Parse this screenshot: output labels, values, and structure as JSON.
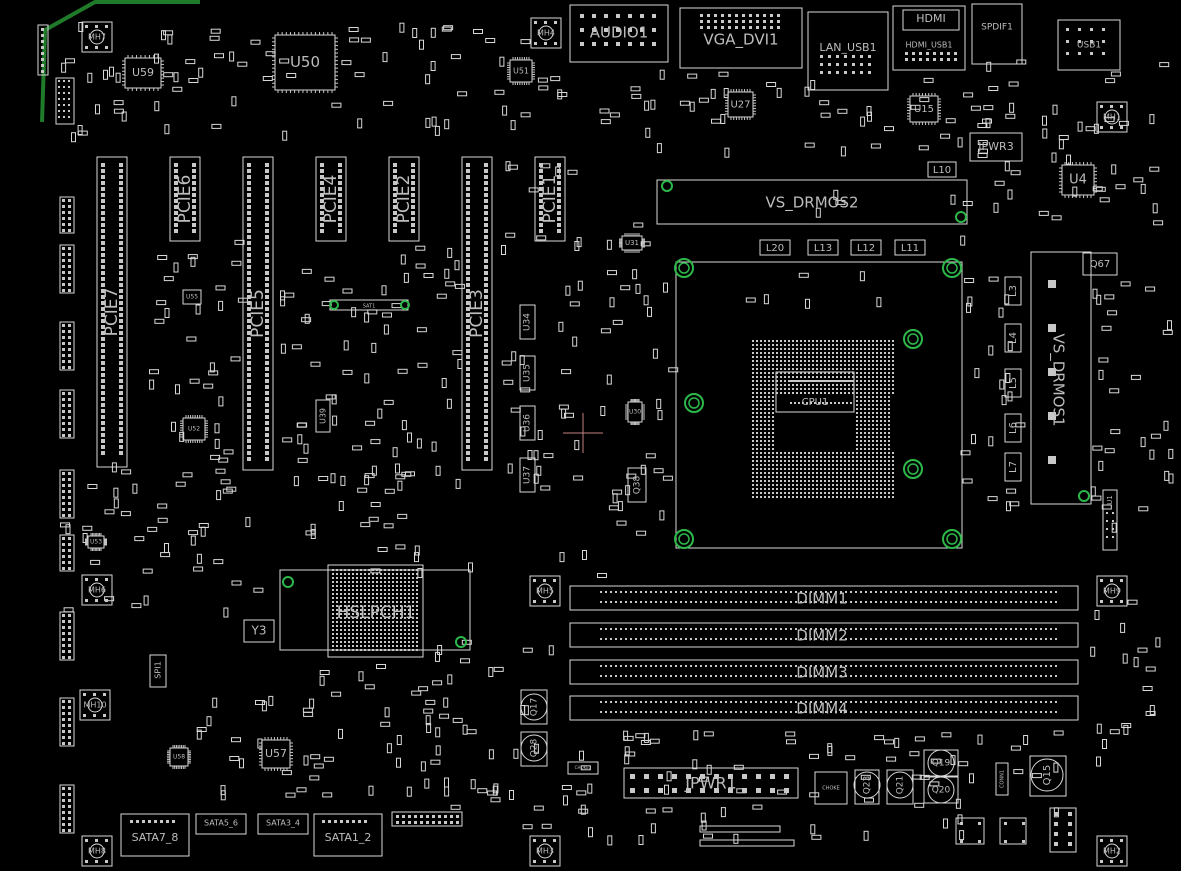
{
  "colors": {
    "background": "#000000",
    "outline": "#d8d8d8",
    "pin": "#c8c8c8",
    "label": "#bdbdbd",
    "mount_hole": "#2db84a",
    "trace": "#1f7a2a",
    "cursor": "#c08080"
  },
  "labels": {
    "u59": "U59",
    "u50": "U50",
    "mh_top_left": "MH7",
    "mh_top_mid": "MH4",
    "u51": "U51",
    "audio": "AUDIO1",
    "vga": "VGA_DVI1",
    "lan": "LAN_USB1",
    "hdmi": "HDMI",
    "hdmi_usb": "HDMI_USB1",
    "spdif": "SPDIF1",
    "usb_top_right": "USB1",
    "u27": "U27",
    "u15": "U15",
    "mh_top_right": "MH1",
    "jpwr3": "JPWR3",
    "u4": "U4",
    "l10": "L10",
    "vrm_top": "VS_DRMOS2",
    "l20": "L20",
    "l13": "L13",
    "l12": "L12",
    "l11": "L11",
    "u31": "U31",
    "q67": "Q67",
    "l3": "L3",
    "l4": "L4",
    "l5": "L5",
    "l6": "L6",
    "l7": "L7",
    "vrm_right": "VS_DRMOS1",
    "u1": "U1",
    "cpu": "CPU1",
    "u30": "U30",
    "q38": "Q38",
    "pcie7": "PCIE7",
    "pcie5": "PCIE5",
    "pcie3": "PCIE3",
    "pcie1": "PCIE1",
    "pcie6": "PCIE6",
    "pcie4": "PCIE4",
    "pcie2": "PCIE2",
    "u55": "U55",
    "sat1": "SAT1",
    "u34": "U34",
    "u35": "U35",
    "u36": "U36",
    "u37": "U37",
    "u39": "U39",
    "mh_left_mid": "MH6",
    "u52": "U52",
    "u53": "U53",
    "pch": "HSLPCH1",
    "y3": "Y3",
    "spi1": "SPI1",
    "u57": "U57",
    "u58": "U58",
    "mh_mid": "MH5",
    "dimm1": "DIMM1",
    "dimm2": "DIMM2",
    "dimm3": "DIMM3",
    "dimm4": "DIMM4",
    "q17": "Q17",
    "q28": "Q28",
    "jpwr1": "JPWR1",
    "choke": "CHOKE",
    "choke2": "CHOKE3",
    "q23": "Q23",
    "q21": "Q21",
    "q19": "Q19",
    "q20": "Q20",
    "q15": "Q15",
    "connector_v": "CONN1",
    "sata7_8": "SATA7_8",
    "sata5_6": "SATA5_6",
    "sata3_4": "SATA3_4",
    "sata1_2": "SATA1_2",
    "mh_bottom_left": "MH8",
    "mh_bottom_mid": "MH3",
    "mh_bottom_right": "MH2",
    "mh_right_mid": "MH9",
    "mh_left_lower": "MH10"
  }
}
